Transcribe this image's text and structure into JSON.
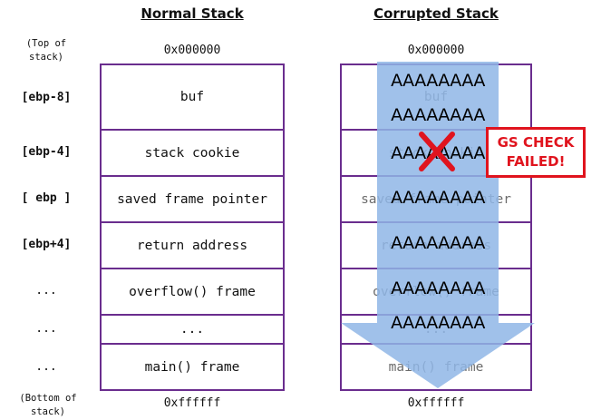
{
  "titles": {
    "normal": "Normal Stack",
    "corrupted": "Corrupted Stack"
  },
  "left_labels": {
    "top": "(Top of stack)",
    "rows": [
      "[ebp-8]",
      "[ebp-4]",
      "[ ebp ]",
      "[ebp+4]",
      "...",
      "...",
      "..."
    ],
    "bottom": "(Bottom of stack)"
  },
  "addresses": {
    "top": "0x000000",
    "bottom": "0xffffff"
  },
  "stack_cells": [
    "buf",
    "stack cookie",
    "saved frame pointer",
    "return address",
    "overflow() frame",
    "...",
    "main() frame"
  ],
  "overflow_text": "AAAAAAAA",
  "gs_check": {
    "line1": "GS CHECK",
    "line2": "FAILED!"
  },
  "colors": {
    "cell_border": "#6a2d8e",
    "overflow_arrow": "#8fb6e6",
    "fail_red": "#e0141e"
  }
}
